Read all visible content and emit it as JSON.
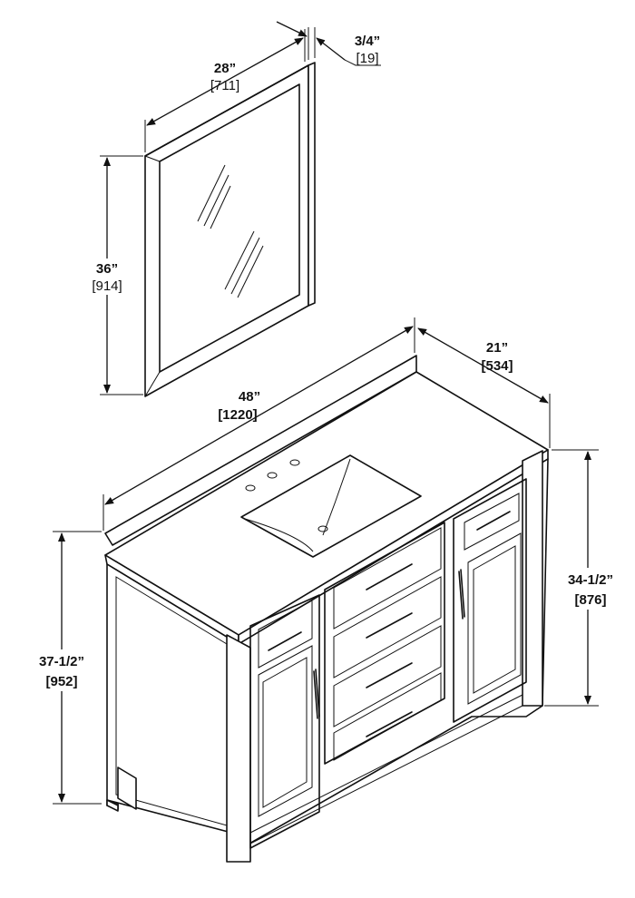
{
  "mirror": {
    "width_in": "28”",
    "width_mm": "[711]",
    "height_in": "36”",
    "height_mm": "[914]",
    "depth_in": "3/4”",
    "depth_mm": "[19]"
  },
  "vanity": {
    "width_in": "48”",
    "width_mm": "[1220]",
    "depth_in": "21”",
    "depth_mm": "[534]",
    "total_height_in": "37-1/2”",
    "total_height_mm": "[952]",
    "counter_height_in": "34-1/2”",
    "counter_height_mm": "[876]"
  }
}
